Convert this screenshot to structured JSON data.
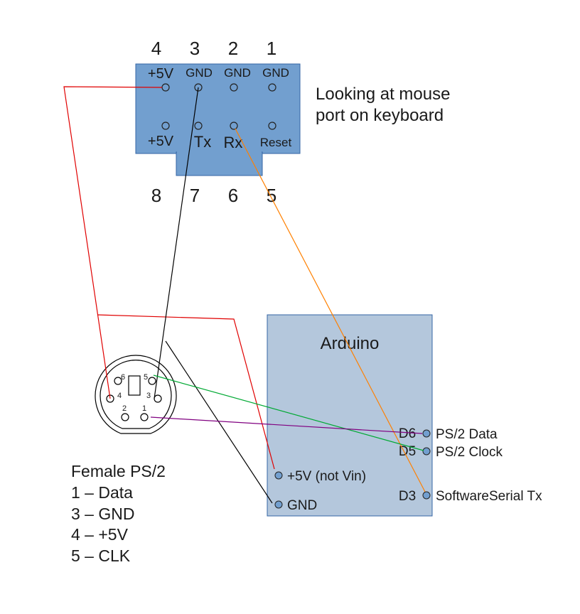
{
  "colors": {
    "connector_fill": "#729fcf",
    "arduino_fill": "#b4c7dc",
    "wire_red": "#e00000",
    "wire_black": "#000000",
    "wire_orange": "#ff8000",
    "wire_green": "#00a933",
    "wire_purple": "#800080",
    "pin_dot": "#729fcf"
  },
  "connector": {
    "top_pin_numbers": [
      "4",
      "3",
      "2",
      "1"
    ],
    "bottom_pin_numbers": [
      "8",
      "7",
      "6",
      "5"
    ],
    "top_labels": [
      "+5V",
      "GND",
      "GND",
      "GND"
    ],
    "bottom_labels": [
      "+5V",
      "Tx",
      "Rx",
      "Reset"
    ],
    "caption_line1": "Looking at mouse",
    "caption_line2": "port on keyboard"
  },
  "ps2": {
    "pin_labels": [
      "6",
      "5",
      "4",
      "3",
      "2",
      "1"
    ],
    "legend": [
      "Female PS/2",
      "1 – Data",
      "3 – GND",
      "4 – +5V",
      "5 – CLK"
    ]
  },
  "arduino": {
    "title": "Arduino",
    "pins": [
      {
        "name": "D6",
        "label": "PS/2 Data"
      },
      {
        "name": "D5",
        "label": "PS/2 Clock"
      },
      {
        "name": "D3",
        "label": "SoftwareSerial Tx"
      }
    ],
    "power_label": "+5V (not Vin)",
    "gnd_label": "GND"
  }
}
